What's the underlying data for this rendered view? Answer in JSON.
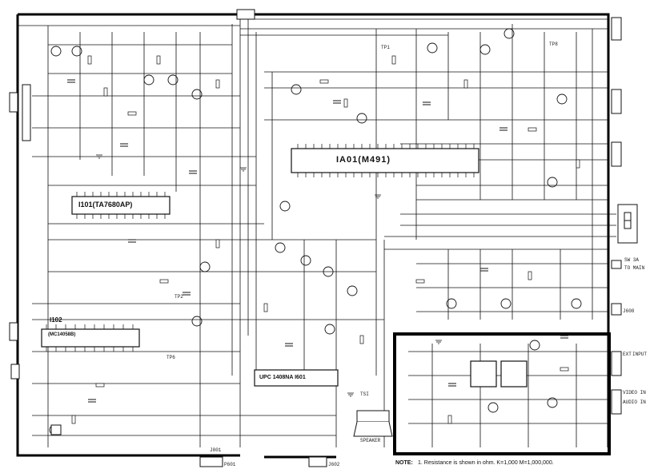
{
  "ics": {
    "ic_main": "IA01(M491)",
    "ic_sound": "I101(TA7680AP)",
    "ic_i102": "I102",
    "ic_i102_part": "(MC14058B)",
    "ic_i601": "UPC 1408NA I601"
  },
  "labels": {
    "tp2": "TP2",
    "tp6": "TP6",
    "tp1": "TP1",
    "tp8": "TP8",
    "speaker": "SPEAKER",
    "tsi": "TSI",
    "jack1": "J801",
    "jack_av": "VIDEO IN",
    "audio_in": "AUDIO IN",
    "main": "SW 3A",
    "p601": "P601",
    "to_main": "TO MAIN",
    "j608": "J608",
    "j602": "J602",
    "ext": "EXT",
    "input": "INPUT"
  },
  "note": {
    "heading": "NOTE:",
    "line1": "1. Resistance is shown in ohm. K=1,000  M=1,000,000."
  },
  "colors": {
    "wire": "#111111",
    "frame": "#000000",
    "paper": "#ffffff"
  }
}
